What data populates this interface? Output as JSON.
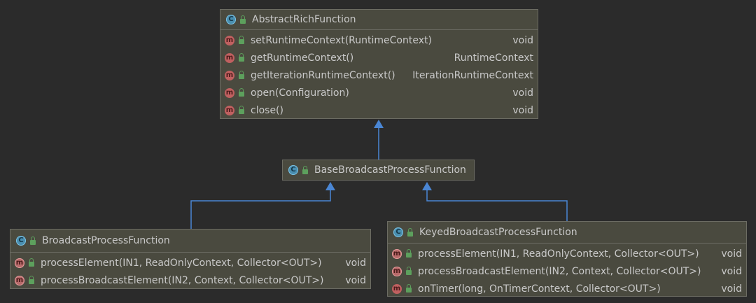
{
  "accent_colors": {
    "background": "#2b2b2b",
    "class_fill": "#4a4a3f",
    "class_border": "#6c6c63",
    "text": "#c9c9c9",
    "arrow": "#4a86d4",
    "class_icon": "#4a8fb0",
    "method_icon": "#c06060",
    "access_icon": "#5da05d"
  },
  "icons": {
    "class": "class-icon",
    "method": "method-icon",
    "public": "public-lock-icon"
  },
  "icon_glyphs": {
    "class": "C",
    "method": "m"
  },
  "classes": {
    "abstract_rich_function": {
      "name": "AbstractRichFunction",
      "methods": [
        {
          "signature": "setRuntimeContext(RuntimeContext)",
          "returns": "void"
        },
        {
          "signature": "getRuntimeContext()",
          "returns": "RuntimeContext"
        },
        {
          "signature": "getIterationRuntimeContext()",
          "returns": "IterationRuntimeContext"
        },
        {
          "signature": "open(Configuration)",
          "returns": "void"
        },
        {
          "signature": "close()",
          "returns": "void"
        }
      ]
    },
    "base_broadcast_process_function": {
      "name": "BaseBroadcastProcessFunction",
      "methods": []
    },
    "broadcast_process_function": {
      "name": "BroadcastProcessFunction",
      "methods": [
        {
          "signature": "processElement(IN1, ReadOnlyContext, Collector<OUT>)",
          "returns": "void"
        },
        {
          "signature": "processBroadcastElement(IN2, Context, Collector<OUT>)",
          "returns": "void"
        }
      ]
    },
    "keyed_broadcast_process_function": {
      "name": "KeyedBroadcastProcessFunction",
      "methods": [
        {
          "signature": "processElement(IN1, ReadOnlyContext, Collector<OUT>)",
          "returns": "void"
        },
        {
          "signature": "processBroadcastElement(IN2, Context, Collector<OUT>)",
          "returns": "void"
        },
        {
          "signature": "onTimer(long, OnTimerContext, Collector<OUT>)",
          "returns": "void"
        }
      ]
    }
  }
}
